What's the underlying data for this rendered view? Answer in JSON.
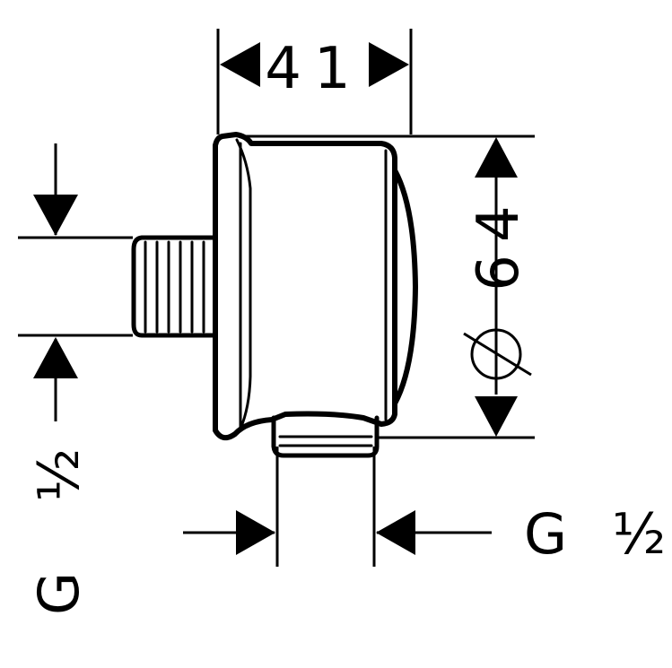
{
  "drawing": {
    "ink_color": "#000000",
    "background_color": "#ffffff",
    "dimensions": {
      "width": {
        "text": "41"
      },
      "diameter": {
        "symbol": "Ø",
        "text": "64"
      },
      "outlet_thread": {
        "g": "G",
        "fraction": "½"
      },
      "inlet_thread": {
        "g": "G",
        "fraction": "½"
      }
    }
  }
}
